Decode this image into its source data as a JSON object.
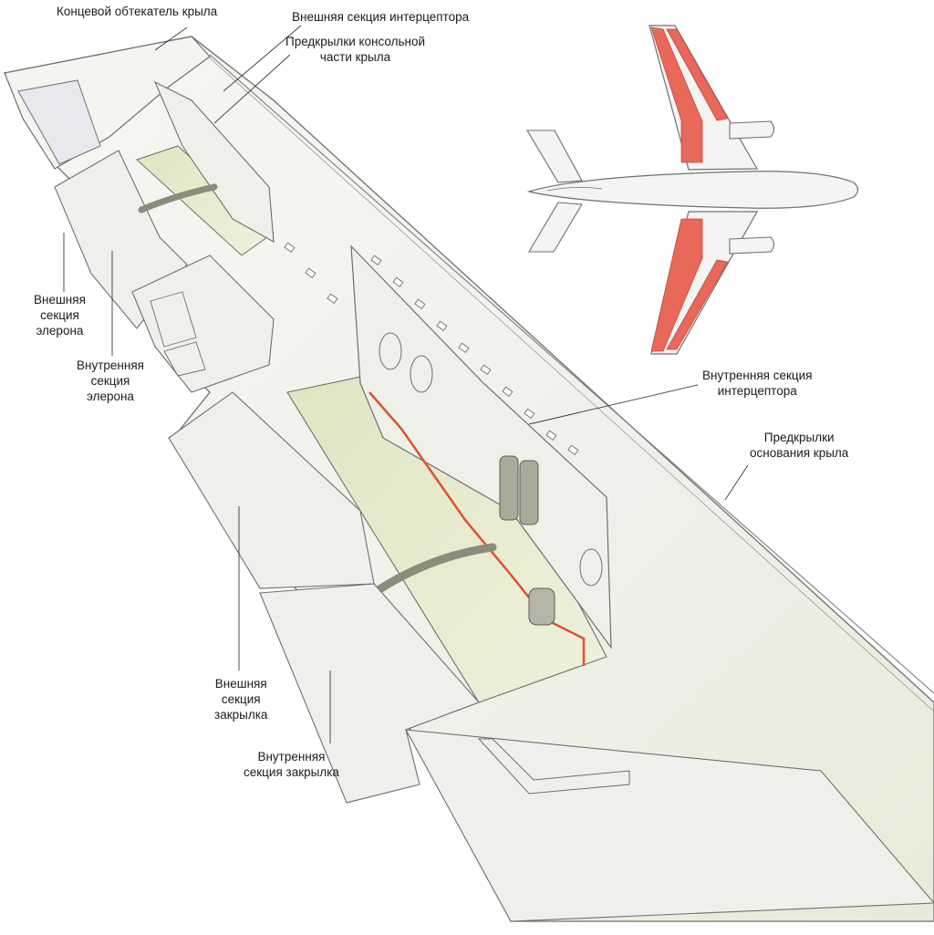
{
  "labels": {
    "wingtip_fairing": "Концевой обтекатель крыла",
    "outer_spoiler": "Внешняя секция интерцептора",
    "outer_slats": "Предкрылки консольной\nчасти крыла",
    "outer_aileron": "Внешняя\nсекция\nэлерона",
    "inner_aileron": "Внутренняя\nсекция\nэлерона",
    "inner_spoiler": "Внутренняя секция\nинтерцептора",
    "inner_slats": "Предкрылки\nоснования крыла",
    "outer_flap": "Внешняя\nсекция\nзакрылка",
    "inner_flap": "Внутренняя\nсекция закрылка"
  },
  "colors": {
    "highlight": "#e8685a",
    "wing_fill": "#f3f4f1",
    "bay_fill": "#e9eed2",
    "line": "#6f6f6f",
    "hydraulic": "#e0502f",
    "actuator": "#a8aa9a"
  }
}
